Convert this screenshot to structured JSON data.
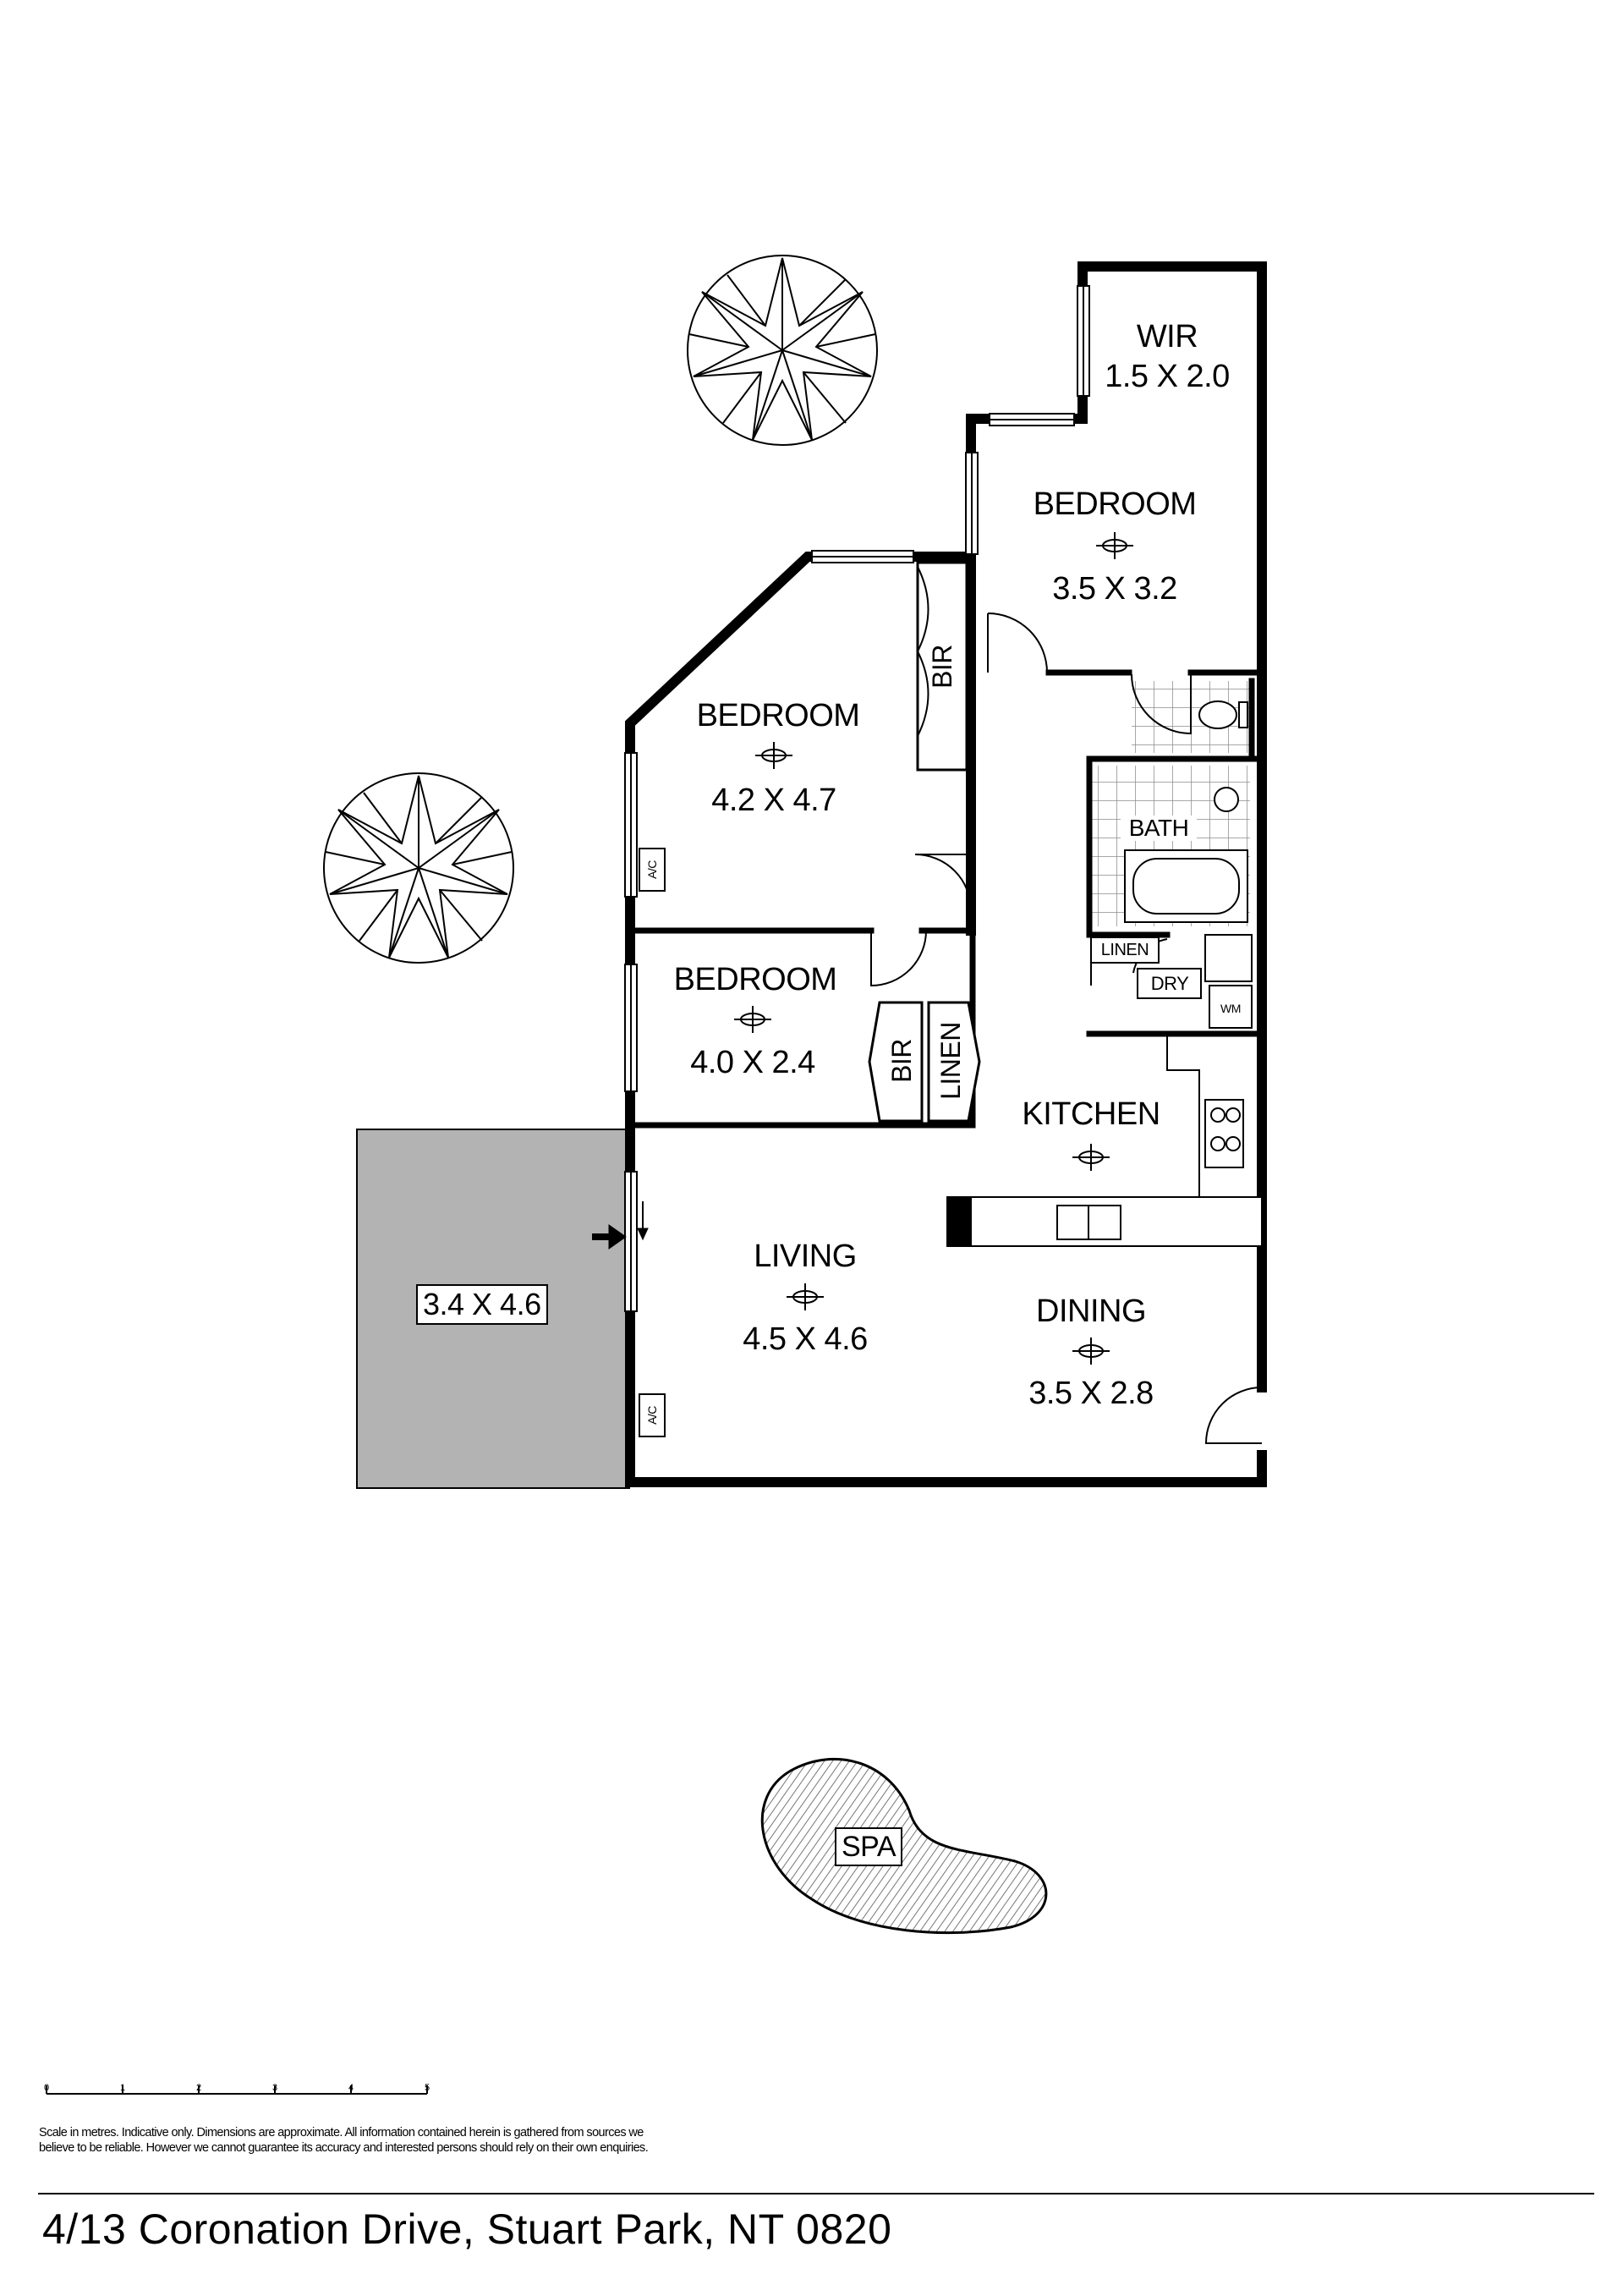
{
  "rooms": {
    "wir": {
      "name": "WIR",
      "dim": "1.5 X 2.0"
    },
    "bedroom1": {
      "name": "BEDROOM",
      "dim": "3.5 X 3.2"
    },
    "bedroom2": {
      "name": "BEDROOM",
      "dim": "4.2 X 4.7"
    },
    "bedroom3": {
      "name": "BEDROOM",
      "dim": "4.0 X 2.4"
    },
    "kitchen": {
      "name": "KITCHEN"
    },
    "living": {
      "name": "LIVING",
      "dim": "4.5 X 4.6"
    },
    "dining": {
      "name": "DINING",
      "dim": "3.5 X 2.8"
    },
    "bath": {
      "name": "BATH"
    },
    "patio": {
      "dim": "3.4 X 4.6"
    },
    "spa": {
      "name": "SPA"
    }
  },
  "fixtures": {
    "bir1": "BIR",
    "bir2": "BIR",
    "linen_cupboard": "LINEN",
    "linen_laundry": "LINEN",
    "dry": "DRY",
    "wm": "WM",
    "ac_bedroom": "A/C",
    "ac_living": "A/C"
  },
  "scale_bar": {
    "ticks": [
      "0",
      "1",
      "2",
      "3",
      "4",
      "5"
    ]
  },
  "disclaimer": {
    "line1": "Scale in metres. Indicative only. Dimensions are approximate. All information contained herein is gathered from sources we",
    "line2": "believe to be reliable. However we cannot guarantee its accuracy and interested persons should rely on their own enquiries."
  },
  "address": "4/13 Coronation Drive, Stuart Park, NT 0820",
  "colors": {
    "walls": "#000000",
    "patio_fill": "#b3b3b3",
    "tiles": "#8c8c8c",
    "spa_hatch": "#777777"
  }
}
